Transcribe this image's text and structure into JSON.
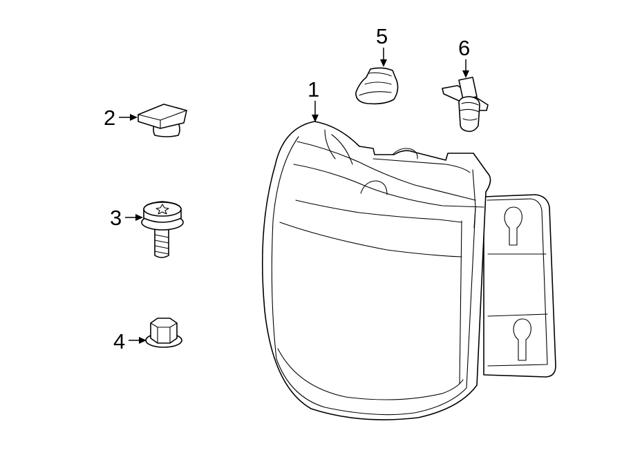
{
  "diagram": {
    "callouts": [
      {
        "id": "1",
        "label": "1"
      },
      {
        "id": "2",
        "label": "2"
      },
      {
        "id": "3",
        "label": "3"
      },
      {
        "id": "4",
        "label": "4"
      },
      {
        "id": "5",
        "label": "5"
      },
      {
        "id": "6",
        "label": "6"
      }
    ],
    "colors": {
      "line": "#000000",
      "background": "#ffffff"
    }
  }
}
